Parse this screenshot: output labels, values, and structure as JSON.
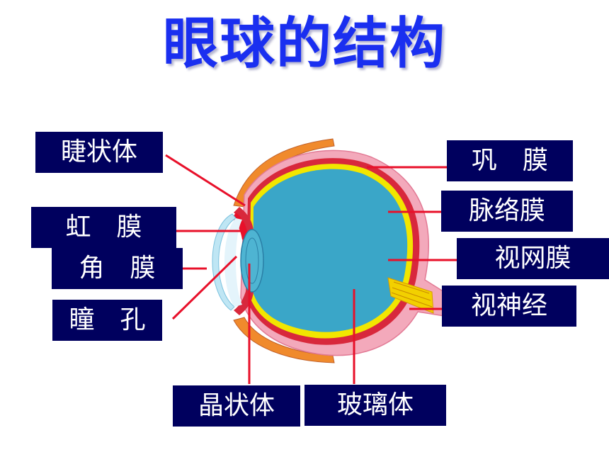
{
  "title": "眼球的结构",
  "labels": {
    "ciliary_body": "睫状体",
    "iris": "虹　膜",
    "cornea": "角　膜",
    "pupil": "瞳　孔",
    "lens": "晶状体",
    "vitreous": "玻璃体",
    "sclera": "巩　膜",
    "choroid": "脉络膜",
    "retina": "视网膜",
    "optic_nerve": "视神经"
  },
  "colors": {
    "title": "#1a2ff0",
    "label_bg": "#00005e",
    "label_text": "#ffffff",
    "leader_line": "#e8102a",
    "vitreous_fill": "#3aa6c8",
    "retina_yellow": "#f2e600",
    "choroid_red": "#d8283c",
    "sclera_pink": "#f0a0b4"
  }
}
